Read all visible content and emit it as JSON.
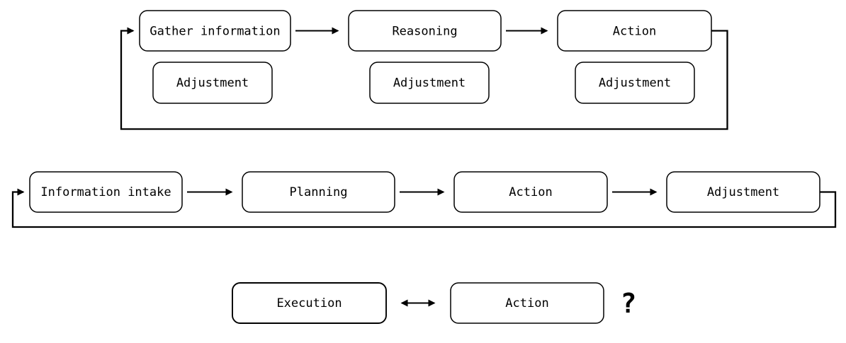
{
  "colors": {
    "background": "#ffffff",
    "line": "#000000",
    "box_border": "#000000",
    "box_fill": "#ffffff",
    "execution_fill": "#c6dff0"
  },
  "cycle1": {
    "nodes": [
      {
        "label": "Gather information"
      },
      {
        "label": "Reasoning"
      },
      {
        "label": "Action"
      }
    ],
    "adjustments": [
      {
        "label": "Adjustment"
      },
      {
        "label": "Adjustment"
      },
      {
        "label": "Adjustment"
      }
    ]
  },
  "cycle2": {
    "nodes": [
      {
        "label": "Information intake"
      },
      {
        "label": "Planning"
      },
      {
        "label": "Action"
      },
      {
        "label": "Adjustment"
      }
    ]
  },
  "mapping": {
    "left": {
      "label": "Execution",
      "fill": "#c6dff0"
    },
    "right": {
      "label": "Action"
    },
    "question": "?"
  }
}
